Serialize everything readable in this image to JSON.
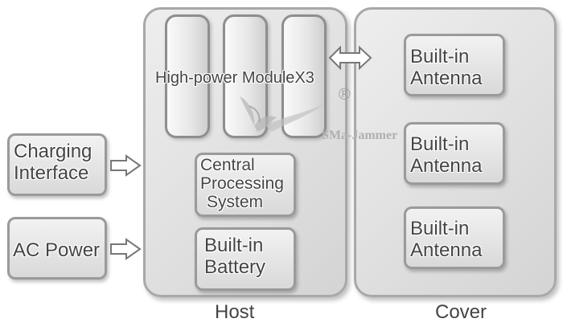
{
  "diagram": {
    "host": {
      "title": "Host"
    },
    "cover": {
      "title": "Cover"
    },
    "module_label": "High-power ModuleX3",
    "cpu_label": [
      "Central",
      "Processing",
      "System"
    ],
    "battery_label": [
      "Built-in",
      "Battery"
    ],
    "charging_label": [
      "Charging",
      "Interface"
    ],
    "ac_label": "AC Power",
    "antennas": [
      {
        "lines": [
          "Built-in",
          "Antenna"
        ]
      },
      {
        "lines": [
          "Built-in",
          "Antenna"
        ]
      },
      {
        "lines": [
          "Built-in",
          "Antenna"
        ]
      }
    ],
    "watermark": {
      "text": "SMa-Jammer",
      "mark": "®"
    },
    "colors": {
      "border": "#9a9a9a",
      "fill": "#e0e0e0",
      "text": "#444444"
    }
  }
}
